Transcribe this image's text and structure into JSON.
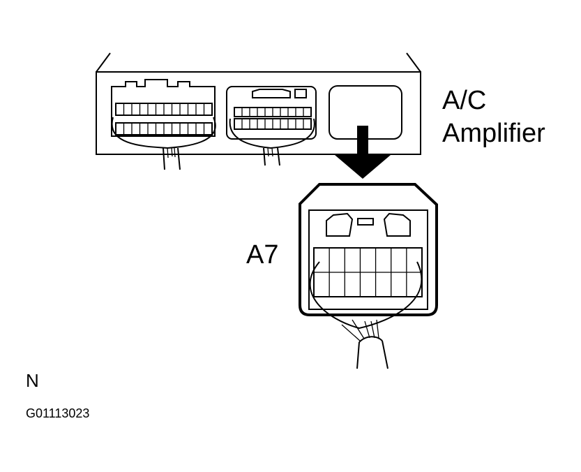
{
  "labels": {
    "unit_line1": "A/C",
    "unit_line2": "Amplifier",
    "connector": "A7",
    "view_letter": "N",
    "figure_code": "G01113023"
  },
  "icons": {
    "arrow": "down-arrow-icon"
  },
  "colors": {
    "ink": "#000000",
    "background": "#ffffff"
  }
}
